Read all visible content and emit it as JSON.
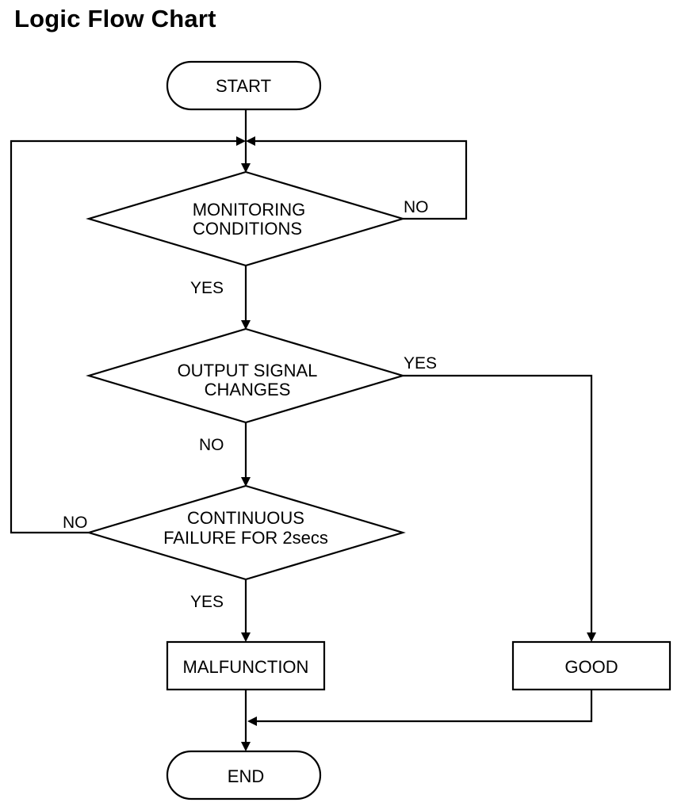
{
  "title": "Logic Flow Chart",
  "nodes": {
    "start": "START",
    "monitoring": [
      "MONITORING",
      "CONDITIONS"
    ],
    "output": [
      "OUTPUT SIGNAL",
      "CHANGES"
    ],
    "continuous": [
      "CONTINUOUS",
      "FAILURE FOR 2secs"
    ],
    "malfunction": "MALFUNCTION",
    "good": "GOOD",
    "end": "END"
  },
  "edges": {
    "monitoring_no": "NO",
    "monitoring_yes": "YES",
    "output_yes": "YES",
    "output_no": "NO",
    "continuous_no": "NO",
    "continuous_yes": "YES"
  }
}
